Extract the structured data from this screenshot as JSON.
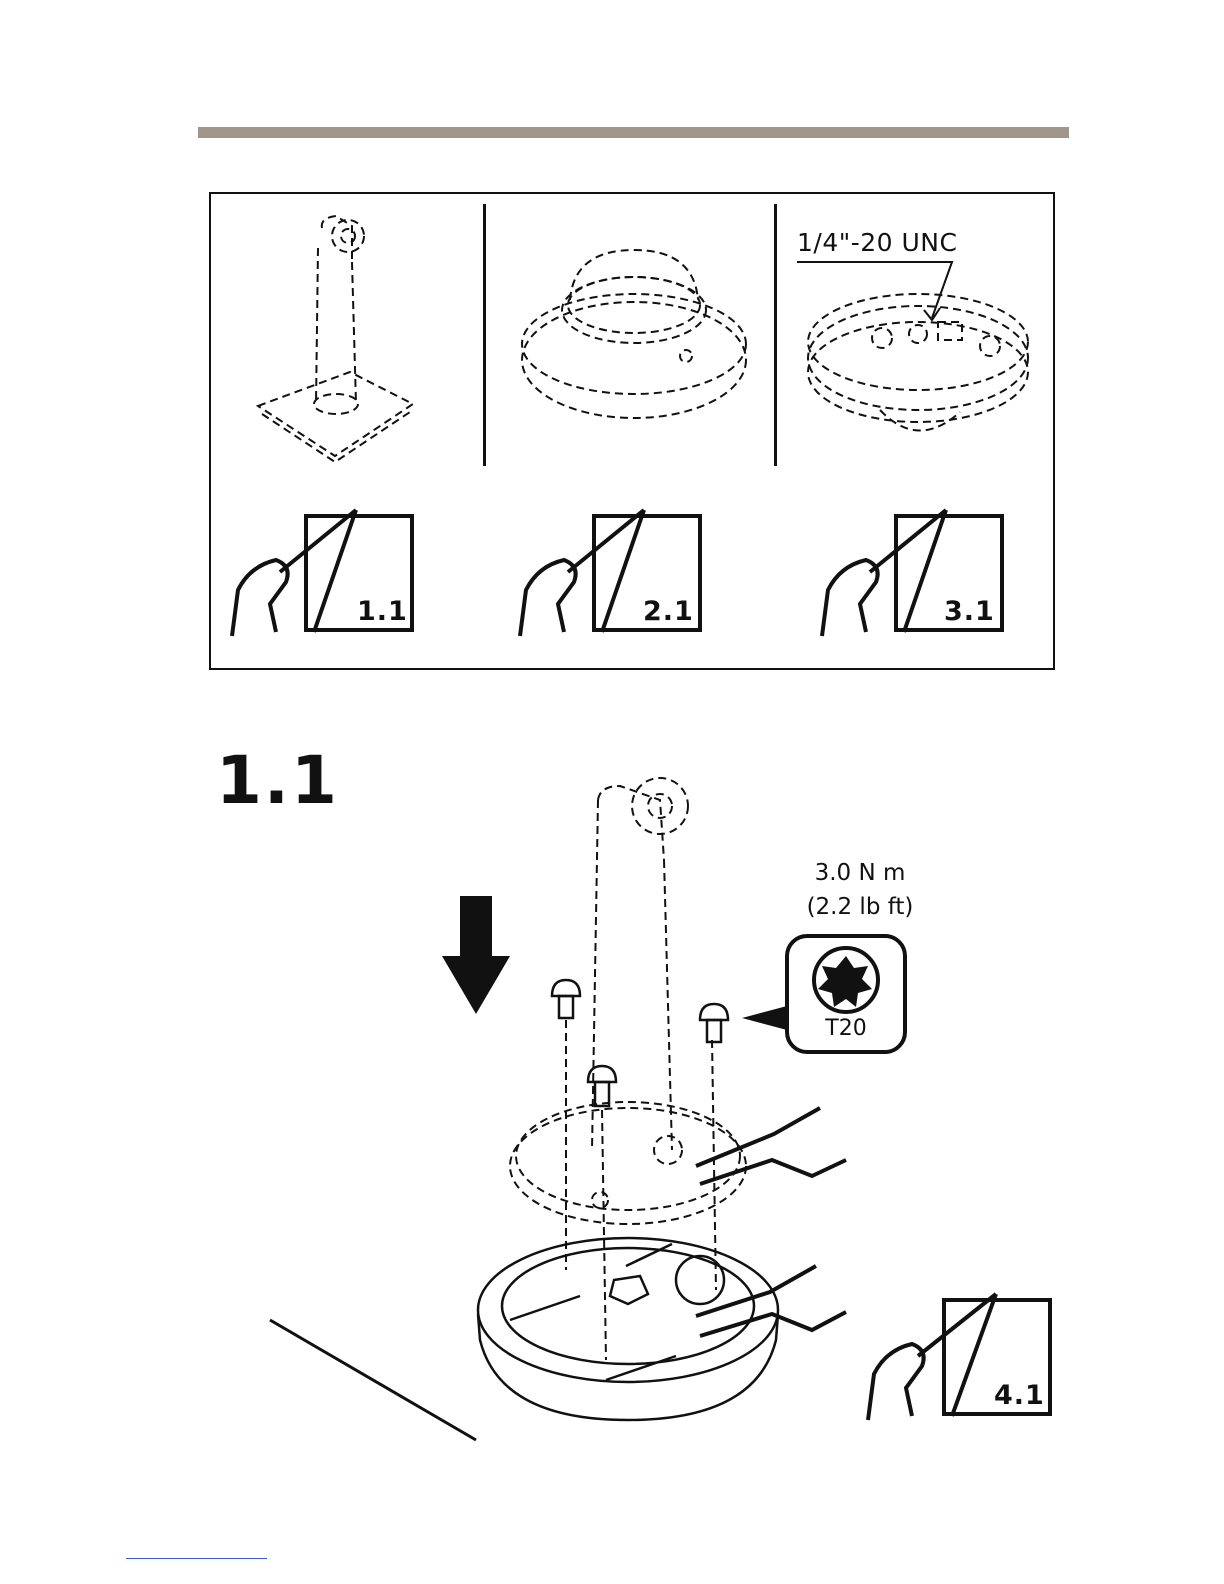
{
  "overview": {
    "panels": [
      {
        "name": "pole-mount",
        "reference": "1.1"
      },
      {
        "name": "camera-dome",
        "reference": "2.1"
      },
      {
        "name": "mounting-base",
        "reference": "3.1",
        "thread_label": "1/4\"-20 UNC"
      }
    ]
  },
  "step": {
    "heading": "1.1",
    "torque_value": "3.0 N m",
    "torque_imperial": "(2.2 lb ft)",
    "bit_label": "T20",
    "next_reference": "4.1"
  },
  "colors": {
    "header_bar": "#a0968a",
    "line_art": "#111111"
  }
}
